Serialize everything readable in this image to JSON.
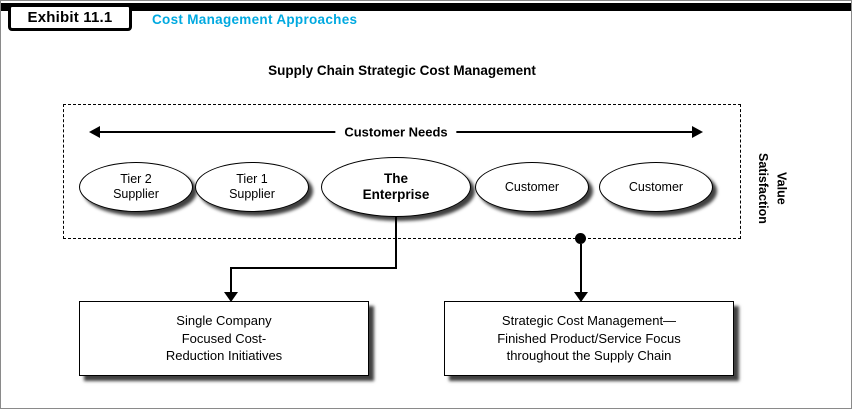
{
  "header": {
    "exhibit_label": "Exhibit 11.1",
    "title": "Cost Management Approaches",
    "accent_color": "#00A9E0"
  },
  "diagram": {
    "title": "Supply Chain Strategic Cost Management",
    "arrow_label": "Customer Needs",
    "ellipses": [
      {
        "line1": "Tier 2",
        "line2": "Supplier"
      },
      {
        "line1": "Tier 1",
        "line2": "Supplier"
      },
      {
        "line1": "The",
        "line2": "Enterprise"
      },
      {
        "line1": "Customer",
        "line2": ""
      },
      {
        "line1": "Customer",
        "line2": ""
      }
    ],
    "side_label": {
      "line1": "Satisfaction",
      "line2": "Value"
    },
    "boxes": [
      {
        "lines": [
          "Single Company",
          "Focused Cost-",
          "Reduction Initiatives"
        ]
      },
      {
        "lines": [
          "Strategic Cost Management—",
          "Finished Product/Service Focus",
          "throughout the Supply Chain"
        ]
      }
    ]
  }
}
